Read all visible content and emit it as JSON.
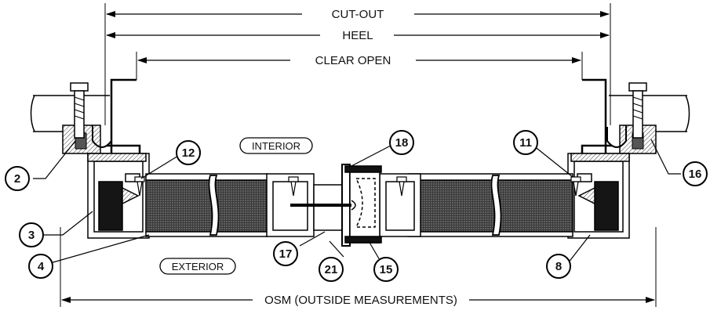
{
  "dimensions": {
    "cut_out": "CUT-OUT",
    "heel": "HEEL",
    "clear_open": "CLEAR OPEN",
    "osm": "OSM (OUTSIDE MEASUREMENTS)"
  },
  "zones": {
    "interior": "INTERIOR",
    "exterior": "EXTERIOR"
  },
  "callouts": [
    "2",
    "3",
    "4",
    "12",
    "17",
    "18",
    "21",
    "15",
    "11",
    "8",
    "16"
  ]
}
